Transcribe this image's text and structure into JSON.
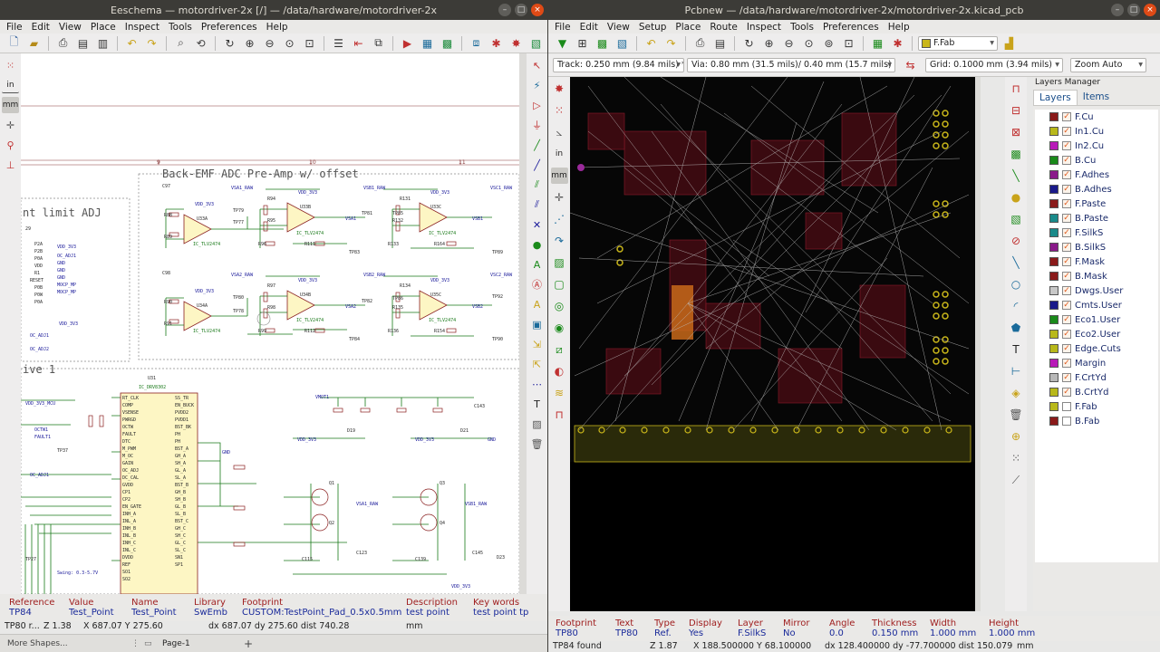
{
  "eeschema": {
    "title": "Eeschema — motordriver-2x [/] — /data/hardware/motordriver-2x",
    "menu": [
      "File",
      "Edit",
      "View",
      "Place",
      "Inspect",
      "Tools",
      "Preferences",
      "Help"
    ],
    "left_tools": [
      "grid",
      "in",
      "mm",
      "cursor",
      "pin",
      "bus"
    ],
    "sheet": {
      "col_numbers": [
        "9",
        "10",
        "11"
      ],
      "block_titles": [
        "Back-EMF ADC Pre-Amp w/ offset",
        "nt limit ADJ",
        "ive 1"
      ],
      "part_refs": [
        "U33A",
        "U33B",
        "U33C",
        "U34A",
        "U34B",
        "U35C",
        "U31",
        "IC_DRV8302",
        "C97",
        "C98",
        "R88",
        "R89",
        "R90",
        "R91",
        "R94",
        "R95",
        "R96",
        "R97",
        "R98",
        "R99",
        "R111",
        "R112",
        "R131",
        "R132",
        "R133",
        "R134",
        "R135",
        "R136",
        "R154",
        "R164",
        "TP77",
        "TP78",
        "TP79",
        "TP80",
        "TP81",
        "TP82",
        "TP83",
        "TP84",
        "TP85",
        "TP86",
        "TP89",
        "TP90",
        "TP92",
        "Q1",
        "Q2",
        "Q3",
        "Q4",
        "C143",
        "C145",
        "C123",
        "C115",
        "C139",
        "VSA1_RAW",
        "VSB1_RAW",
        "VSC1_RAW",
        "VSA2_RAW",
        "VSB2_RAW",
        "VSC2_RAW",
        "VDD_3V3",
        "VMOT1",
        "IC_TLV2474",
        "Swing: 0.3-5.7V"
      ]
    },
    "message_panel": {
      "columns": [
        {
          "header": "Reference",
          "value": "TP84"
        },
        {
          "header": "Value",
          "value": "Test_Point"
        },
        {
          "header": "Name",
          "value": "Test_Point"
        },
        {
          "header": "Library",
          "value": "SwEmb"
        },
        {
          "header": "Footprint",
          "value": "CUSTOM:TestPoint_Pad_0.5x0.5mm"
        },
        {
          "header": "Description",
          "value": "test point"
        },
        {
          "header": "Key words",
          "value": "test point tp"
        }
      ]
    },
    "status": {
      "left": "TP80 r...",
      "zoom": "Z 1.38",
      "coords": "X 687.07 Y 275.60",
      "delta": "dx 687.07 dy 275.60 dist 740.28",
      "units": "mm"
    },
    "tabs": {
      "more_shapes": "More Shapes...",
      "page": "Page-1",
      "add": "+"
    }
  },
  "pcbnew": {
    "title": "Pcbnew — /data/hardware/motordriver-2x/motordriver-2x.kicad_pcb",
    "menu": [
      "File",
      "Edit",
      "View",
      "Setup",
      "Place",
      "Route",
      "Inspect",
      "Tools",
      "Preferences",
      "Help"
    ],
    "layer_select": "F.Fab",
    "track": "Track: 0.250 mm (9.84 mils) *",
    "via": "Via: 0.80 mm (31.5 mils)/ 0.40 mm (15.7 mils) *",
    "grid": "Grid: 0.1000 mm (3.94 mils)",
    "zoom": "Zoom Auto",
    "layers_manager": {
      "title": "Layers Manager",
      "tabs": [
        "Layers",
        "Items"
      ],
      "active_tab": "Layers",
      "layers": [
        {
          "name": "F.Cu",
          "color": "#8a1a1a",
          "visible": true
        },
        {
          "name": "In1.Cu",
          "color": "#b8b81a",
          "visible": true
        },
        {
          "name": "In2.Cu",
          "color": "#b81ab8",
          "visible": true
        },
        {
          "name": "B.Cu",
          "color": "#1a8a1a",
          "visible": true
        },
        {
          "name": "F.Adhes",
          "color": "#8a1a8a",
          "visible": true
        },
        {
          "name": "B.Adhes",
          "color": "#1a1a8a",
          "visible": true
        },
        {
          "name": "F.Paste",
          "color": "#8a1a1a",
          "visible": true
        },
        {
          "name": "B.Paste",
          "color": "#1a8a8a",
          "visible": true
        },
        {
          "name": "F.SilkS",
          "color": "#1a8a8a",
          "visible": true
        },
        {
          "name": "B.SilkS",
          "color": "#8a1a8a",
          "visible": true
        },
        {
          "name": "F.Mask",
          "color": "#8a1a1a",
          "visible": true
        },
        {
          "name": "B.Mask",
          "color": "#8a1a1a",
          "visible": true
        },
        {
          "name": "Dwgs.User",
          "color": "#c8c8c8",
          "visible": true
        },
        {
          "name": "Cmts.User",
          "color": "#1a1a8a",
          "visible": true
        },
        {
          "name": "Eco1.User",
          "color": "#1a8a1a",
          "visible": true
        },
        {
          "name": "Eco2.User",
          "color": "#b8b81a",
          "visible": true
        },
        {
          "name": "Edge.Cuts",
          "color": "#b8b81a",
          "visible": true
        },
        {
          "name": "Margin",
          "color": "#b81ab8",
          "visible": true
        },
        {
          "name": "F.CrtYd",
          "color": "#b8b8b8",
          "visible": true
        },
        {
          "name": "B.CrtYd",
          "color": "#b8b81a",
          "visible": true
        },
        {
          "name": "F.Fab",
          "color": "#b8b81a",
          "visible": false
        },
        {
          "name": "B.Fab",
          "color": "#8a1a1a",
          "visible": false
        }
      ]
    },
    "message_panel": {
      "columns": [
        {
          "header": "Footprint",
          "value": "TP80"
        },
        {
          "header": "Text",
          "value": "TP80"
        },
        {
          "header": "Type",
          "value": "Ref."
        },
        {
          "header": "Display",
          "value": "Yes"
        },
        {
          "header": "Layer",
          "value": "F.SilkS"
        },
        {
          "header": "Mirror",
          "value": "No"
        },
        {
          "header": "Angle",
          "value": "0.0"
        },
        {
          "header": "Thickness",
          "value": "0.150 mm"
        },
        {
          "header": "Width",
          "value": "1.000 mm"
        },
        {
          "header": "Height",
          "value": "1.000 mm"
        }
      ]
    },
    "status": {
      "left": "TP84 found",
      "zoom": "Z 1.87",
      "coords": "X 188.500000 Y 68.100000",
      "delta": "dx 128.400000 dy -77.700000 dist 150.079",
      "units": "mm"
    }
  }
}
